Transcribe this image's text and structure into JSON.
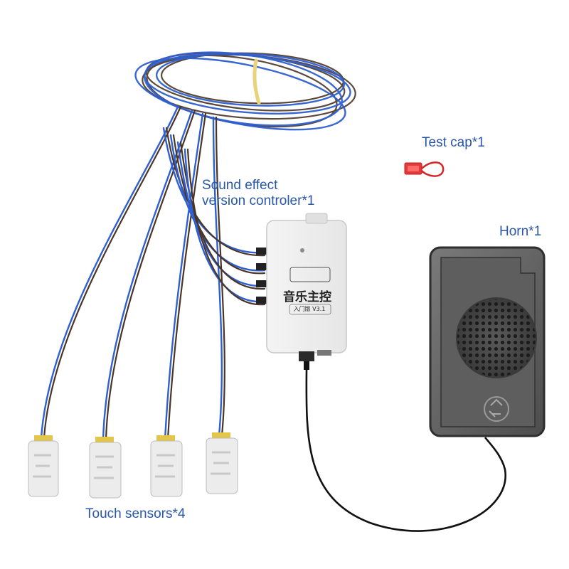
{
  "labels": {
    "test_cap": "Test cap*1",
    "sound_line1": "Sound effect",
    "sound_line2": "version controler*1",
    "horn": "Horn*1",
    "touch": "Touch sensors*4"
  },
  "controller": {
    "title": "音乐主控",
    "edition": "入门版",
    "version": "V3.1"
  },
  "colors": {
    "caption": "#2a57a8",
    "wire_blue": "#2f5fd0",
    "wire_brown": "#4a3628"
  }
}
